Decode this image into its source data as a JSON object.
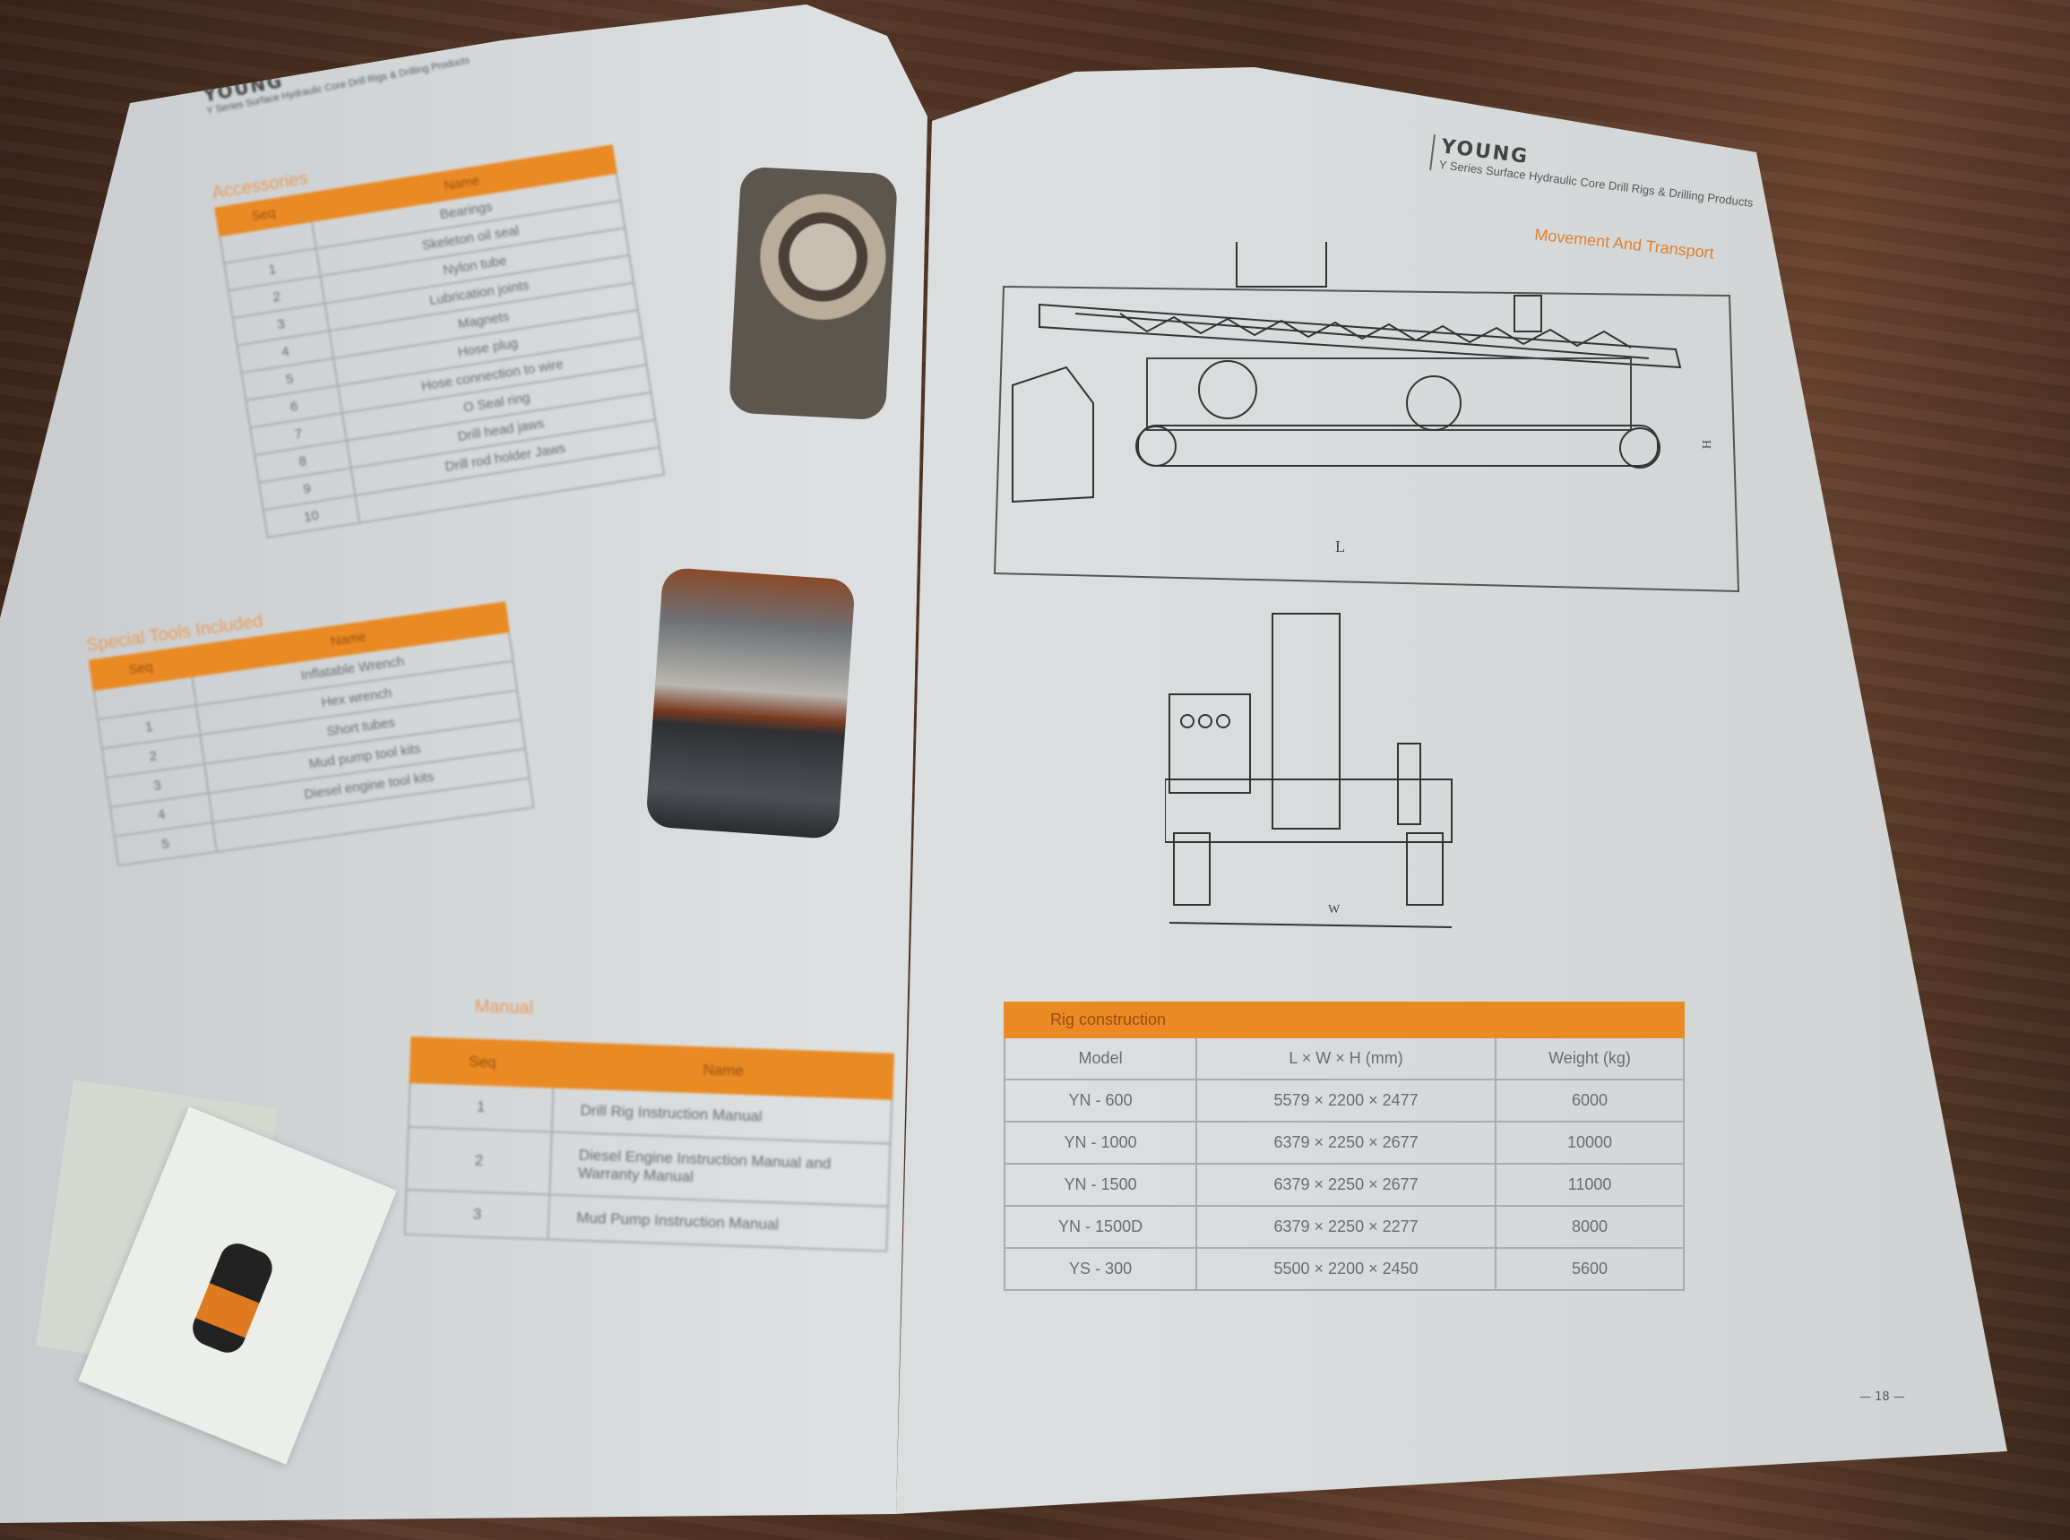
{
  "brand": {
    "logo": "YOUNG",
    "tagline": "Y Series Surface Hydraulic Core Drill Rigs & Drilling Products"
  },
  "left_page": {
    "accessories": {
      "title": "Accessories",
      "headers": [
        "Seq",
        "Name"
      ],
      "rows": [
        [
          "",
          "Bearings"
        ],
        [
          "1",
          "Skeleton oil seal"
        ],
        [
          "2",
          "Nylon tube"
        ],
        [
          "3",
          "Lubrication joints"
        ],
        [
          "4",
          "Magnets"
        ],
        [
          "5",
          "Hose plug"
        ],
        [
          "6",
          "Hose connection to wire"
        ],
        [
          "7",
          "O Seal ring"
        ],
        [
          "8",
          "Drill head jaws"
        ],
        [
          "9",
          "Drill rod holder Jaws"
        ],
        [
          "10",
          ""
        ]
      ]
    },
    "special_tools": {
      "title": "Special Tools Included",
      "headers": [
        "Seq",
        "Name"
      ],
      "rows": [
        [
          "",
          "Inflatable Wrench"
        ],
        [
          "1",
          "Hex wrench"
        ],
        [
          "2",
          "Short tubes"
        ],
        [
          "3",
          "Mud pump tool kits"
        ],
        [
          "4",
          "Diesel engine tool kits"
        ],
        [
          "5",
          ""
        ]
      ]
    },
    "manual": {
      "title": "Manual",
      "headers": [
        "Seq",
        "Name"
      ],
      "rows": [
        [
          "1",
          "Drill Rig Instruction Manual"
        ],
        [
          "2",
          "Diesel Engine Instruction Manual and Warranty Manual"
        ],
        [
          "3",
          "Mud Pump Instruction Manual"
        ]
      ]
    }
  },
  "right_page": {
    "section_title": "Movement And Transport",
    "drawing_labels": {
      "length": "L",
      "height": "H",
      "width": "W"
    },
    "rig_table": {
      "title": "Rig construction",
      "headers": [
        "Model",
        "L × W × H (mm)",
        "Weight (kg)"
      ],
      "rows": [
        [
          "YN - 600",
          "5579 × 2200 × 2477",
          "6000"
        ],
        [
          "YN - 1000",
          "6379 × 2250 × 2677",
          "10000"
        ],
        [
          "YN - 1500",
          "6379 × 2250 × 2677",
          "11000"
        ],
        [
          "YN - 1500D",
          "6379 × 2250 × 2277",
          "8000"
        ],
        [
          "YS - 300",
          "5500 × 2200 × 2450",
          "5600"
        ]
      ]
    },
    "page_number": "— 18 —"
  },
  "colors": {
    "accent": "#ea8a24",
    "paper": "#dcdfe0",
    "wood": "#4a2e20"
  }
}
